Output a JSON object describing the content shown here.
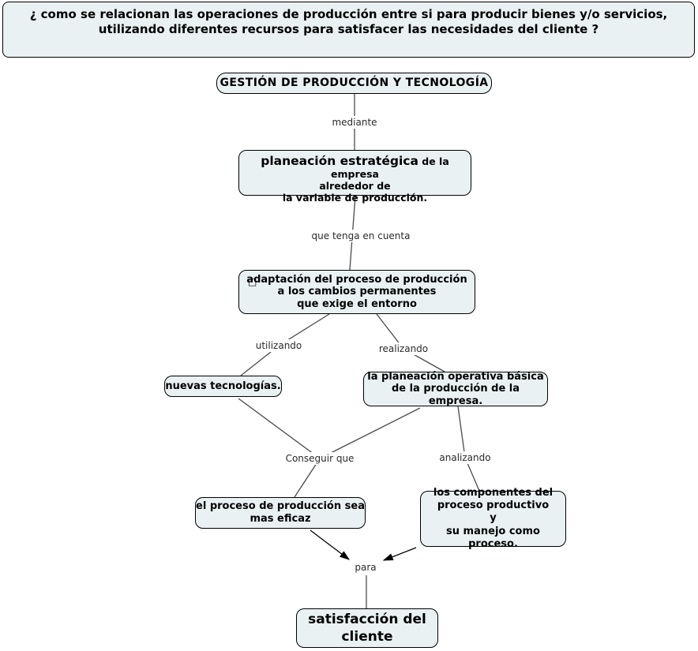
{
  "question": {
    "text": "¿ como se relacionan las operaciones de producción entre si para producir bienes y/o servicios,\nutilizando diferentes recursos para satisfacer las necesidades del cliente ?"
  },
  "nodes": {
    "root": {
      "label": "GESTIÓN DE PRODUCCIÓN Y TECNOLOGÍA"
    },
    "planeacion": {
      "emphasis": "planeación estratégica",
      "rest": " de la empresa\nalrededor de\nla variable de producción."
    },
    "adaptacion": {
      "bullet": "□",
      "label": "adaptación del proceso de producción\na los cambios permanentes\nque exige el entorno"
    },
    "tecnologias": {
      "label": "nuevas tecnologías."
    },
    "operativa": {
      "label": "la planeación operativa básica\nde la producción de la empresa."
    },
    "eficaz": {
      "label": "el proceso de producción sea\nmas eficaz"
    },
    "componentes": {
      "label": "los componentes del\nproceso productivo\ny\nsu manejo como proceso."
    },
    "satisfaccion": {
      "label": "satisfacción del\ncliente"
    }
  },
  "links": {
    "mediante": "mediante",
    "que_tenga_en_cuenta": "que tenga en cuenta",
    "utilizando": "utilizando",
    "realizando": "realizando",
    "conseguir_que": "Conseguir que",
    "analizando": "analizando",
    "para": "para"
  },
  "colors": {
    "node_fill": "#e9f1f2",
    "node_border": "#000000",
    "edge_line": "#4a4a4a",
    "arrowhead": "#000000",
    "background": "#ffffff"
  }
}
